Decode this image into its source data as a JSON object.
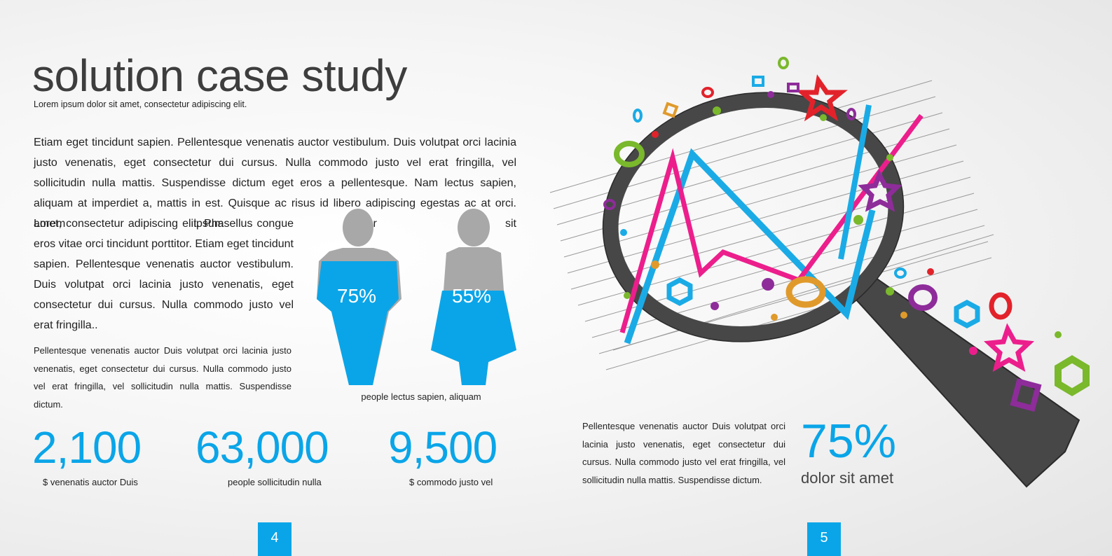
{
  "page": {
    "title": "solution case study",
    "subtitle": "Lorem ipsum dolor sit amet, consectetur adipiscing elit.",
    "intro_paragraph": "Etiam eget tincidunt sapien. Pellentesque venenatis auctor vestibulum. Duis volutpat orci lacinia justo venenatis, eget consectetur dui cursus. Nulla commodo justo vel erat fringilla, vel sollicitudin nulla mattis. Suspendisse dictum eget eros a pellentesque. Nam lectus sapien, aliquam at imperdiet a, mattis in est. Quisque ac risus id libero adipiscing egestas ac at orci. Lorem ipsum dolor sit",
    "side_paragraph": "amet, consectetur adipiscing elit. Phasellus congue eros vitae orci tincidunt porttitor. Etiam eget tincidunt sapien. Pellentesque venenatis auctor vestibulum. Duis volutpat orci lacinia justo venenatis, eget consectetur dui cursus. Nulla commodo justo vel erat fringilla..",
    "small_paragraph": "Pellentesque venenatis auctor Duis volutpat orci lacinia justo venenatis, eget consectetur dui cursus. Nulla commodo justo vel erat fringilla, vel sollicitudin nulla mattis. Suspendisse dictum."
  },
  "figures": {
    "male": {
      "percent_label": "75%",
      "fill": 0.75
    },
    "female": {
      "percent_label": "55%",
      "fill": 0.55
    },
    "caption": "people lectus sapien, aliquam"
  },
  "stats": [
    {
      "value": "2,100",
      "label": "$ venenatis auctor Duis"
    },
    {
      "value": "63,000",
      "label": "people sollicitudin nulla"
    },
    {
      "value": "9,500",
      "label": "$ commodo justo vel"
    }
  ],
  "right_page": {
    "paragraph": "Pellentesque venenatis auctor Duis volutpat orci lacinia justo venenatis, eget consectetur dui cursus. Nulla commodo justo vel erat fringilla, vel sollicitudin nulla mattis. Suspendisse dictum.",
    "big_percent": "75%",
    "big_percent_label": "dolor sit amet"
  },
  "page_numbers": {
    "left": "4",
    "right": "5"
  },
  "colors": {
    "accent_blue": "#0aa5e8",
    "magenta": "#ec1e8c",
    "dark_gray": "#474747",
    "figure_gray": "#a8a8a8"
  }
}
